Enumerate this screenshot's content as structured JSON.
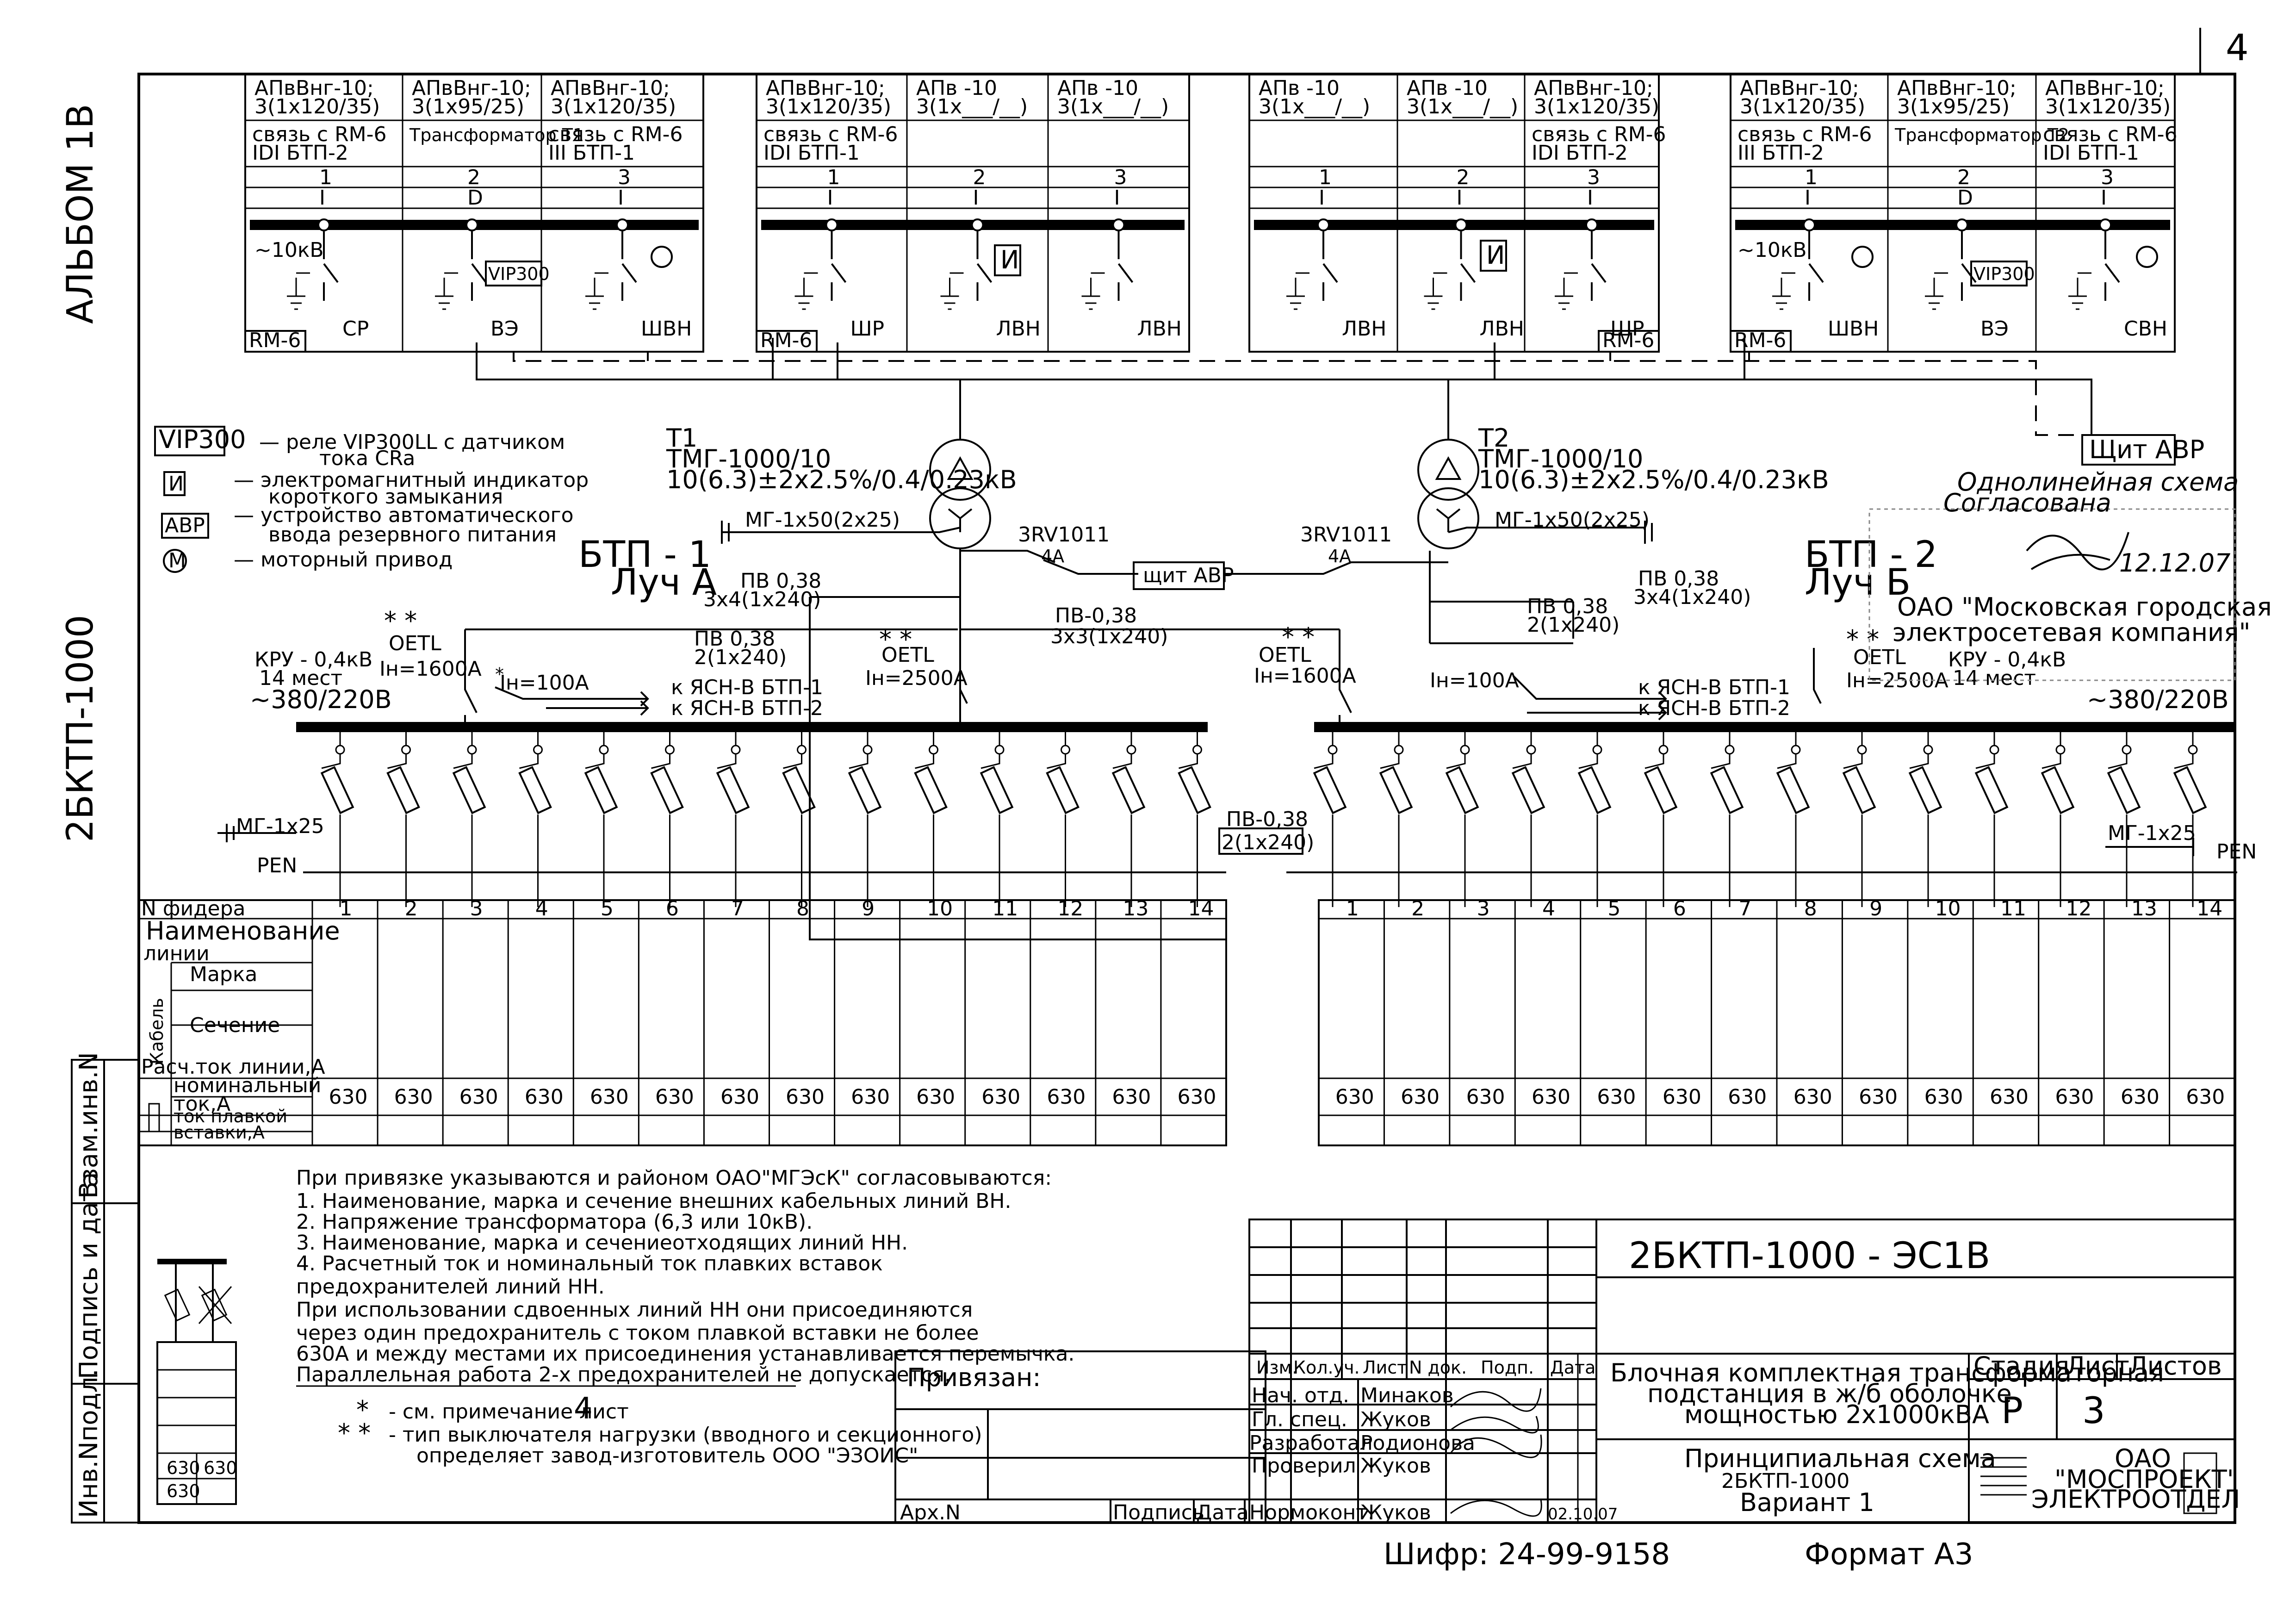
{
  "sheet": {
    "number": "4",
    "album": "АЛЬБОМ 1В",
    "code_vertical": "2БКТП-1000"
  },
  "side_labels": [
    "Взам.инв.N",
    "Подпись и дата",
    "Инв.Nподл."
  ],
  "legend": [
    {
      "sym": "VIP300",
      "text1": "— реле VIP300LL с датчиком",
      "text2": "тока CRa"
    },
    {
      "sym": "И",
      "text1": "— электромагнитный индикатор",
      "text2": "короткого замыкания"
    },
    {
      "sym": "АВР",
      "text1": "— устройство автоматического",
      "text2": "ввода резервного питания"
    },
    {
      "sym": "М",
      "text1": "— моторный привод",
      "text2": ""
    }
  ],
  "rm_blocks": [
    {
      "tag": "RM-6",
      "cells": [
        {
          "cable": [
            "АПвВнг-10;",
            "3(1x120/35)"
          ],
          "purpose": [
            "связь с RM-6",
            "IDI БТП-2"
          ],
          "num": "1",
          "type": "I",
          "func": "СР"
        },
        {
          "cable": [
            "АПвВнг-10;",
            "3(1x95/25)"
          ],
          "purpose": [
            "Трансформатор Т1"
          ],
          "num": "2",
          "type": "D",
          "func": "ВЭ"
        },
        {
          "cable": [
            "АПвВнг-10;",
            "3(1x120/35)"
          ],
          "purpose": [
            "связь с RM-6",
            "III БТП-1"
          ],
          "num": "3",
          "type": "I",
          "func": "ШВН"
        }
      ]
    },
    {
      "tag": "RM-6",
      "cells": [
        {
          "cable": [
            "АПвВнг-10;",
            "3(1x120/35)"
          ],
          "purpose": [
            "связь с RM-6",
            "IDI БТП-1"
          ],
          "num": "1",
          "type": "I",
          "func": "ШР"
        },
        {
          "cable": [
            "АПв    -10",
            "3(1x___/__)"
          ],
          "purpose": [],
          "num": "2",
          "type": "I",
          "func": "ЛВН"
        },
        {
          "cable": [
            "АПв    -10",
            "3(1x___/__)"
          ],
          "purpose": [],
          "num": "3",
          "type": "I",
          "func": "ЛВН"
        }
      ]
    },
    {
      "tag": "RM-6",
      "cells": [
        {
          "cable": [
            "АПв    -10",
            "3(1x___/__)"
          ],
          "purpose": [],
          "num": "1",
          "type": "I",
          "func": "ЛВН"
        },
        {
          "cable": [
            "АПв    -10",
            "3(1x___/__)"
          ],
          "purpose": [],
          "num": "2",
          "type": "I",
          "func": "ЛВН"
        },
        {
          "cable": [
            "АПвВнг-10;",
            "3(1x120/35)"
          ],
          "purpose": [
            "связь с RM-6",
            "IDI БТП-2"
          ],
          "num": "3",
          "type": "I",
          "func": "ШР"
        }
      ]
    },
    {
      "tag": "RM-6",
      "cells": [
        {
          "cable": [
            "АПвВнг-10;",
            "3(1x120/35)"
          ],
          "purpose": [
            "связь с RM-6",
            "III БТП-2"
          ],
          "num": "1",
          "type": "I",
          "func": "ШВН"
        },
        {
          "cable": [
            "АПвВнг-10;",
            "3(1x95/25)"
          ],
          "purpose": [
            "Трансформатор Т2"
          ],
          "num": "2",
          "type": "D",
          "func": "ВЭ"
        },
        {
          "cable": [
            "АПвВнг-10;",
            "3(1x120/35)"
          ],
          "purpose": [
            "связь с RM-6",
            "IDI БТП-1"
          ],
          "num": "3",
          "type": "I",
          "func": "СВН"
        }
      ]
    }
  ],
  "hv_voltage": "~10кВ",
  "vip": "VIP300",
  "ind": "И",
  "shchit_avr": "Щит АВР",
  "shchit_avr_mid": "щит АВР",
  "t1": {
    "name": "Т1",
    "model": "ТМГ-1000/10",
    "ratio": "10(6.3)±2x2.5%/0.4/0.23кВ"
  },
  "t2": {
    "name": "Т2",
    "model": "ТМГ-1000/10",
    "ratio": "10(6.3)±2x2.5%/0.4/0.23кВ"
  },
  "btp1": {
    "name": "БТП - 1",
    "ray": "Луч А"
  },
  "btp2": {
    "name": "БТП - 2",
    "ray": "Луч Б"
  },
  "cables": {
    "mg50": "МГ-1x50(2x25)",
    "rv": "3RV1011",
    "rv_a": "4А",
    "pv_main": "ПВ 0,38",
    "pv_main2": "3x4(1x240)",
    "pv_tie": "ПВ-0,38",
    "pv_tie2": "3x3(1x240)",
    "pv_2": "ПВ 0,38",
    "pv_22": "2(1x240)",
    "pv_bot": "ПВ-0,38",
    "pv_bot2": "2(1x240)",
    "mg25": "МГ-1x25",
    "pen": "PEN"
  },
  "lv": {
    "oetl": "OETL",
    "star2": "* *",
    "star1": "*",
    "in1600": "Iн=1600А",
    "in2500": "Iн=2500А",
    "in100": "Iн=100А",
    "kru": "КРУ - 0,4кВ",
    "places": "14 мест",
    "volt": "~380/220В",
    "to1": "к ЯСН-В БТП-1",
    "to2": "к ЯСН-В БТП-2"
  },
  "table": {
    "h_feeder": "N фидера",
    "h_name": "Наименование",
    "h_name2": "линии",
    "h_cable": "Кабель",
    "h_mark": "Марка",
    "h_section": "Сечение",
    "h_current": "Расч.ток линии,А",
    "h_nom": "номинальный",
    "h_nom2": "ток,А",
    "h_fuse": "ток плавкой",
    "h_fuse2": "вставки,А",
    "feeders": [
      "1",
      "2",
      "3",
      "4",
      "5",
      "6",
      "7",
      "8",
      "9",
      "10",
      "11",
      "12",
      "13",
      "14"
    ],
    "nominal": [
      "630",
      "630",
      "630",
      "630",
      "630",
      "630",
      "630",
      "630",
      "630",
      "630",
      "630",
      "630",
      "630",
      "630"
    ]
  },
  "notes": {
    "title": "При привязке указываются и районом ОАО\"МГЭсК\" согласовываются:",
    "items": [
      "1. Наименование, марка и сечение внешних кабельных линий ВН.",
      "2. Напряжение трансформатора (6,3 или 10кВ).",
      "3. Наименование, марка и сечениеотходящих линий НН.",
      "4. Расчетный ток и номинальный ток плавких вставок",
      "предохранителей линий НН.",
      "При использовании сдвоенных линий НН они присоединяются",
      "через один предохранитель с током плавкой вставки не более",
      "630А и между местами их присоединения устанавливается перемычка.",
      "Параллельная работа 2-х предохранителей не допускается."
    ],
    "star1": "*",
    "star1_text": "- см. примечание лист",
    "star1_num": "4",
    "star2": "* *",
    "star2_text": "- тип выключателя нагрузки (вводного и секционного)",
    "star2_text2": "определяет завод-изготовитель ООО \"ЭЗОИС\""
  },
  "mini": [
    "630",
    "630",
    "630"
  ],
  "titleblock": {
    "code": "2БКТП-1000 - ЭС1В",
    "h": [
      "Изм.",
      "Кол.уч.",
      "Лист",
      "N док.",
      "Подп.",
      "Дата"
    ],
    "privyazan": "Привязан:",
    "arch": "Арх.N",
    "podpis": "Подпись",
    "data": "Дата",
    "roles": [
      {
        "role": "Нач. отд.",
        "name": "Минаков"
      },
      {
        "role": "Гл. спец.",
        "name": "Жуков"
      },
      {
        "role": "Разработал",
        "name": "Родионова"
      },
      {
        "role": "Проверил",
        "name": "Жуков"
      },
      {
        "role": "Нормоконт.",
        "name": "Жуков"
      }
    ],
    "desc": [
      "Блочная комплектная трансформаторная",
      "подстанция в ж/б оболочке",
      "мощностью 2x1000кВА"
    ],
    "stage_h": "Стадия",
    "sheet_h": "Лист",
    "sheets_h": "Листов",
    "stage": "Р",
    "sheet": "3",
    "drawing": [
      "Принципиальная схема",
      "2БКТП-1000",
      "Вариант 1"
    ],
    "org": [
      "ОАО",
      "\"МОСПРОЕКТ\"",
      "ЭЛЕКТРООТДЕЛ"
    ],
    "date_small": "02.10.07"
  },
  "footer": {
    "cipher": "Шифр: 24-99-9158",
    "format": "Формат А3"
  },
  "stamp": {
    "hand1": "Однолинейная схема",
    "hand2": "Согласована",
    "date": "12.12.07",
    "org1": "ОАО \"Московская городская",
    "org2": "электросетевая компания\""
  }
}
